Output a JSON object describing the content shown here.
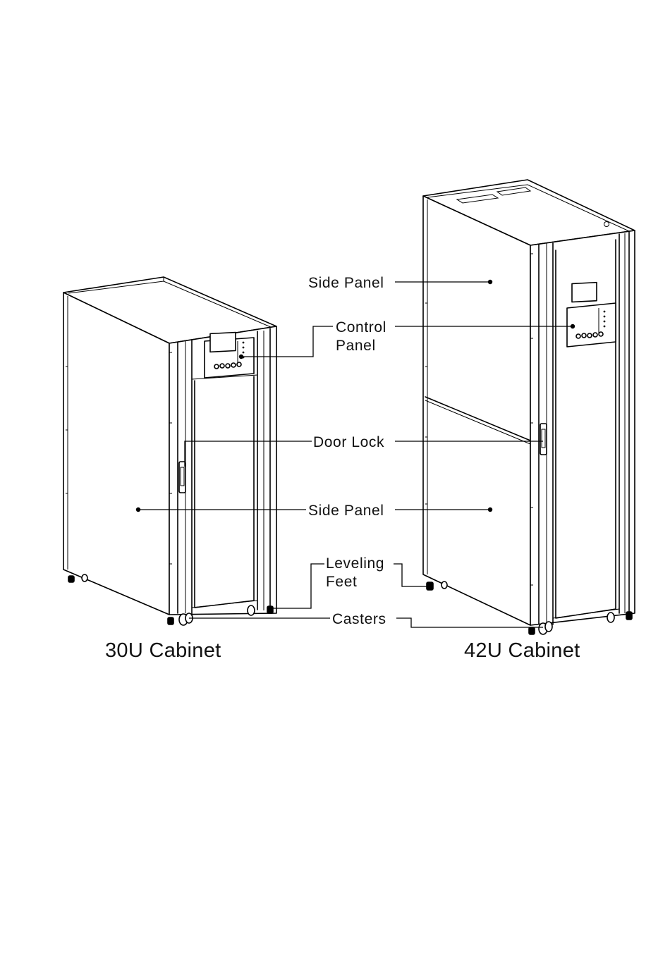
{
  "labels": {
    "side_panel_top": "Side Panel",
    "control_panel_line1": "Control",
    "control_panel_line2": "Panel",
    "door_lock": "Door Lock",
    "side_panel_bottom": "Side Panel",
    "leveling_feet_line1": "Leveling",
    "leveling_feet_line2": "Feet",
    "casters": "Casters"
  },
  "cabinets": {
    "small_title": "30U Cabinet",
    "large_title": "42U Cabinet"
  }
}
